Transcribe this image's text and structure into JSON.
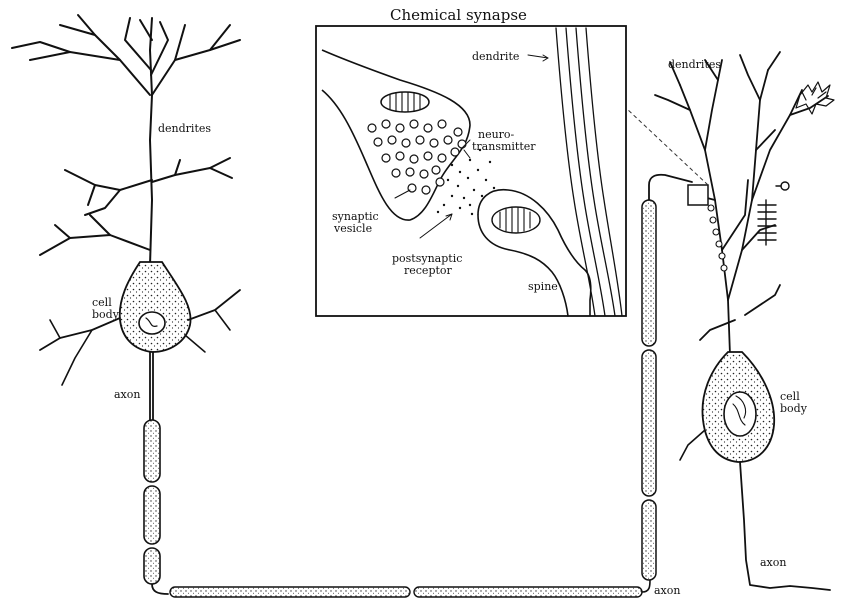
{
  "inset": {
    "title": "Chemical synapse",
    "labels": {
      "dendrite": "dendrite",
      "neurotransmitter_1": "neuro-",
      "neurotransmitter_2": "transmitter",
      "synaptic_vesicle_1": "synaptic",
      "synaptic_vesicle_2": "vesicle",
      "receptor_1": "postsynaptic",
      "receptor_2": "receptor",
      "spine": "spine"
    }
  },
  "left_neuron": {
    "dendrites": "dendrites",
    "cell_body_1": "cell",
    "cell_body_2": "body",
    "axon": "axon"
  },
  "right_neuron": {
    "dendrites": "dendrites",
    "cell_body_1": "cell",
    "cell_body_2": "body",
    "axon": "axon"
  },
  "connecting_axon": {
    "axon": "axon"
  }
}
